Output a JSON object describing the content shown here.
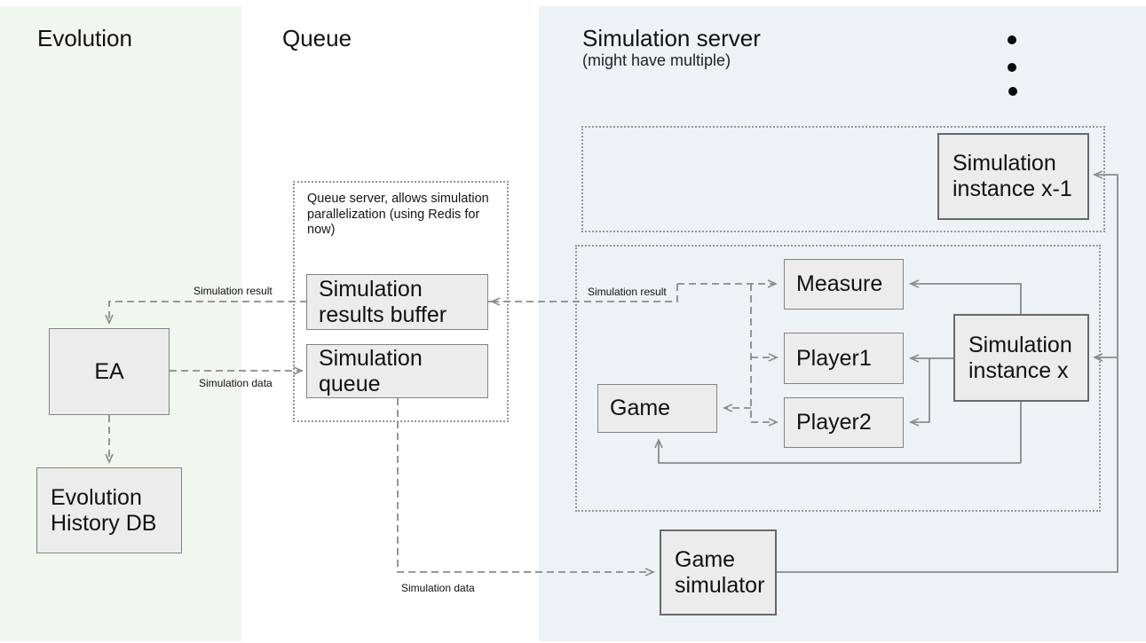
{
  "diagram": {
    "columns": [
      {
        "id": "evolution",
        "title": "Evolution"
      },
      {
        "id": "queue",
        "title": "Queue"
      },
      {
        "id": "simulation_server",
        "title": "Simulation server",
        "subtitle": "(might have multiple)"
      }
    ],
    "groups": {
      "queue_server_note": "Queue server, allows simulation\nparallelization (using Redis for\nnow)"
    },
    "nodes": {
      "ea": "EA",
      "evolution_history_db": "Evolution\nHistory DB",
      "simulation_results_buffer": "Simulation\nresults buffer",
      "simulation_queue": "Simulation\nqueue",
      "simulation_instance_x1": "Simulation\ninstance x-1",
      "simulation_instance_x": "Simulation\ninstance x",
      "measure": "Measure",
      "player1": "Player1",
      "player2": "Player2",
      "game": "Game",
      "game_simulator": "Game\nsimulator"
    },
    "edge_labels": {
      "simulation_result_left": "Simulation result",
      "simulation_data_left": "Simulation data",
      "simulation_result_right": "Simulation result",
      "simulation_data_bottom": "Simulation data"
    },
    "icons": {
      "more_instances": "vertical-ellipsis-icon"
    },
    "colors": {
      "evolution_panel": "#f1f7ee",
      "queue_panel": "#ffffff",
      "simulation_panel": "#edf2f5",
      "node_fill": "#ececec",
      "node_border": "#828282",
      "connector": "#8a8a8a",
      "dotted_border": "#949494",
      "text": "#1a1a1a"
    }
  }
}
